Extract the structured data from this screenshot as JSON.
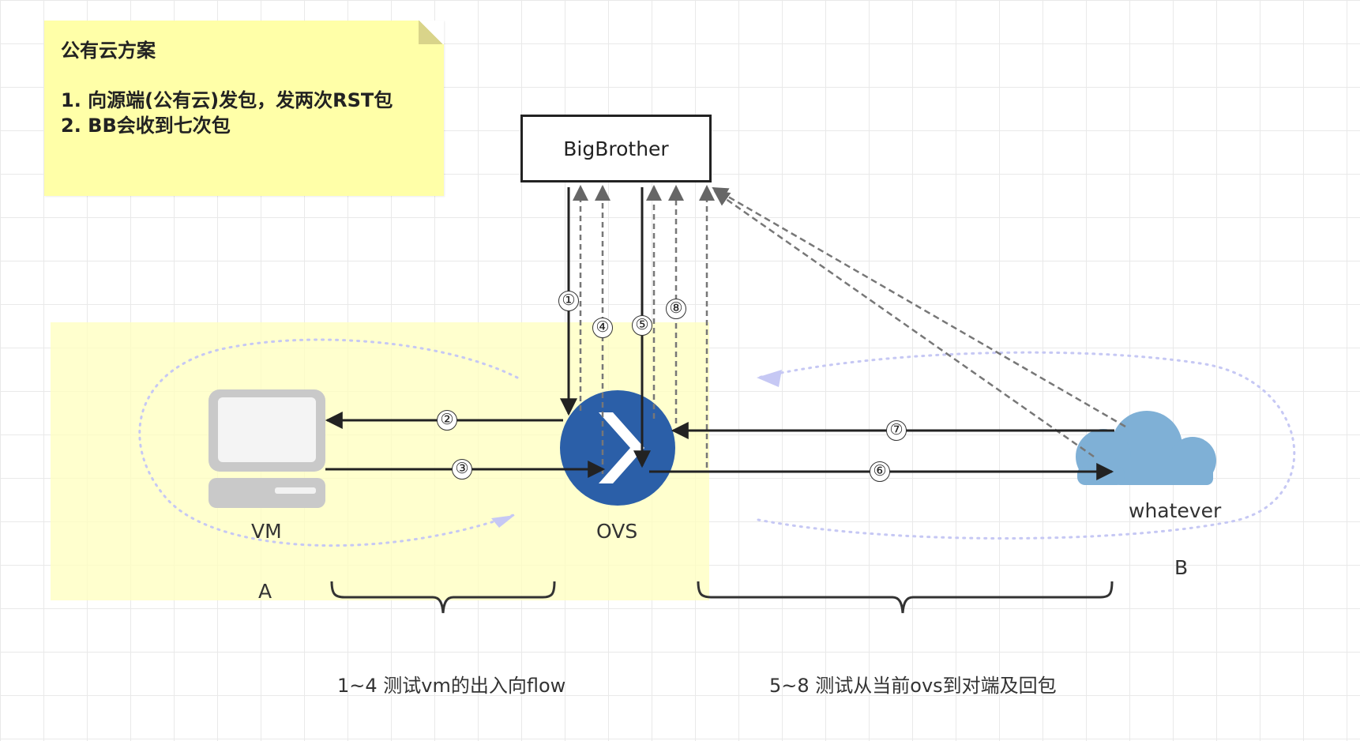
{
  "note": {
    "title": "公有云方案",
    "line1": "1. 向源端(公有云)发包，发两次RST包",
    "line2": "2. BB会收到七次包"
  },
  "nodes": {
    "bigbrother": "BigBrother",
    "vm": "VM",
    "ovs": "OVS",
    "whatever": "whatever"
  },
  "zones": {
    "a": "A",
    "b": "B"
  },
  "steps": [
    "①",
    "②",
    "③",
    "④",
    "⑤",
    "⑥",
    "⑦",
    "⑧"
  ],
  "captions": {
    "left": "1~4 测试vm的出入向flow",
    "right": "5~8 测试从当前ovs到对端及回包"
  },
  "colors": {
    "note": "#ffffa8",
    "zone_a": "#ffffbe",
    "ovs": "#2b5fa8",
    "cloud": "#7fb0d6",
    "ellipse": "#c6c8f4"
  }
}
